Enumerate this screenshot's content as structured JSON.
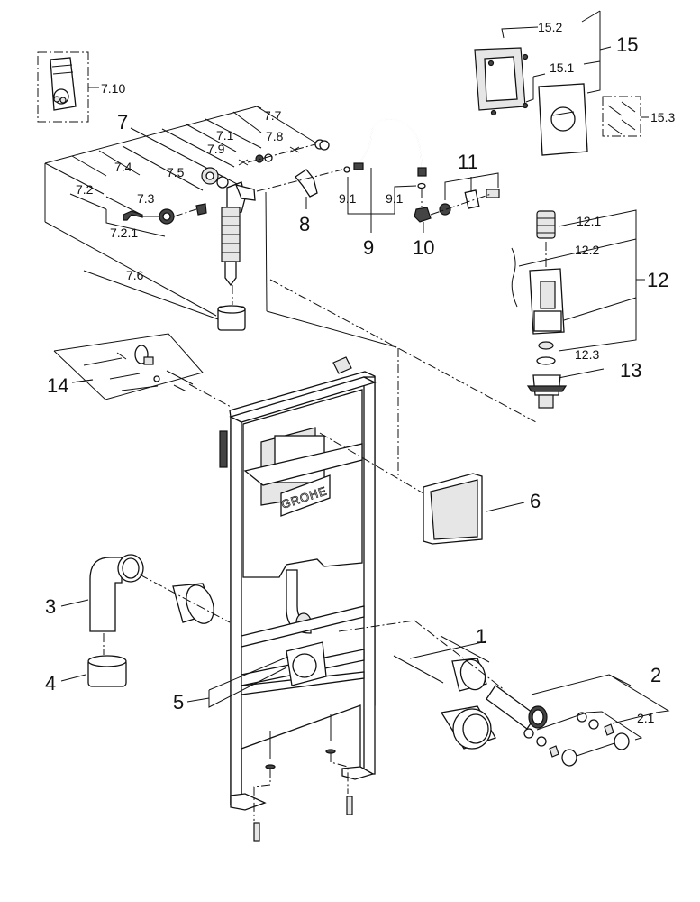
{
  "diagram": {
    "type": "exploded-parts-view",
    "brand_text": "GROHE",
    "labels": [
      {
        "id": "1",
        "text": "1",
        "size": "big"
      },
      {
        "id": "2",
        "text": "2",
        "size": "big"
      },
      {
        "id": "2.1",
        "text": "2.1",
        "size": "small"
      },
      {
        "id": "3",
        "text": "3",
        "size": "big"
      },
      {
        "id": "4",
        "text": "4",
        "size": "big"
      },
      {
        "id": "5",
        "text": "5",
        "size": "big"
      },
      {
        "id": "6",
        "text": "6",
        "size": "big"
      },
      {
        "id": "7",
        "text": "7",
        "size": "big"
      },
      {
        "id": "7.1",
        "text": "7.1",
        "size": "small"
      },
      {
        "id": "7.2",
        "text": "7.2",
        "size": "small"
      },
      {
        "id": "7.2.1",
        "text": "7.2.1",
        "size": "small"
      },
      {
        "id": "7.3",
        "text": "7.3",
        "size": "small"
      },
      {
        "id": "7.4",
        "text": "7.4",
        "size": "small"
      },
      {
        "id": "7.5",
        "text": "7.5",
        "size": "small"
      },
      {
        "id": "7.6",
        "text": "7.6",
        "size": "small"
      },
      {
        "id": "7.7",
        "text": "7.7",
        "size": "small"
      },
      {
        "id": "7.8",
        "text": "7.8",
        "size": "small"
      },
      {
        "id": "7.9",
        "text": "7.9",
        "size": "small"
      },
      {
        "id": "7.10",
        "text": "7.10",
        "size": "small"
      },
      {
        "id": "8",
        "text": "8",
        "size": "big"
      },
      {
        "id": "9",
        "text": "9",
        "size": "big"
      },
      {
        "id": "9.1a",
        "text": "9.1",
        "size": "small"
      },
      {
        "id": "9.1b",
        "text": "9.1",
        "size": "small"
      },
      {
        "id": "10",
        "text": "10",
        "size": "big"
      },
      {
        "id": "11",
        "text": "11",
        "size": "big"
      },
      {
        "id": "12",
        "text": "12",
        "size": "big"
      },
      {
        "id": "12.1",
        "text": "12.1",
        "size": "small"
      },
      {
        "id": "12.2",
        "text": "12.2",
        "size": "small"
      },
      {
        "id": "12.3",
        "text": "12.3",
        "size": "small"
      },
      {
        "id": "13",
        "text": "13",
        "size": "big"
      },
      {
        "id": "14",
        "text": "14",
        "size": "big"
      },
      {
        "id": "15",
        "text": "15",
        "size": "big"
      },
      {
        "id": "15.1",
        "text": "15.1",
        "size": "small"
      },
      {
        "id": "15.2",
        "text": "15.2",
        "size": "small"
      },
      {
        "id": "15.3",
        "text": "15.3",
        "size": "small"
      }
    ]
  }
}
